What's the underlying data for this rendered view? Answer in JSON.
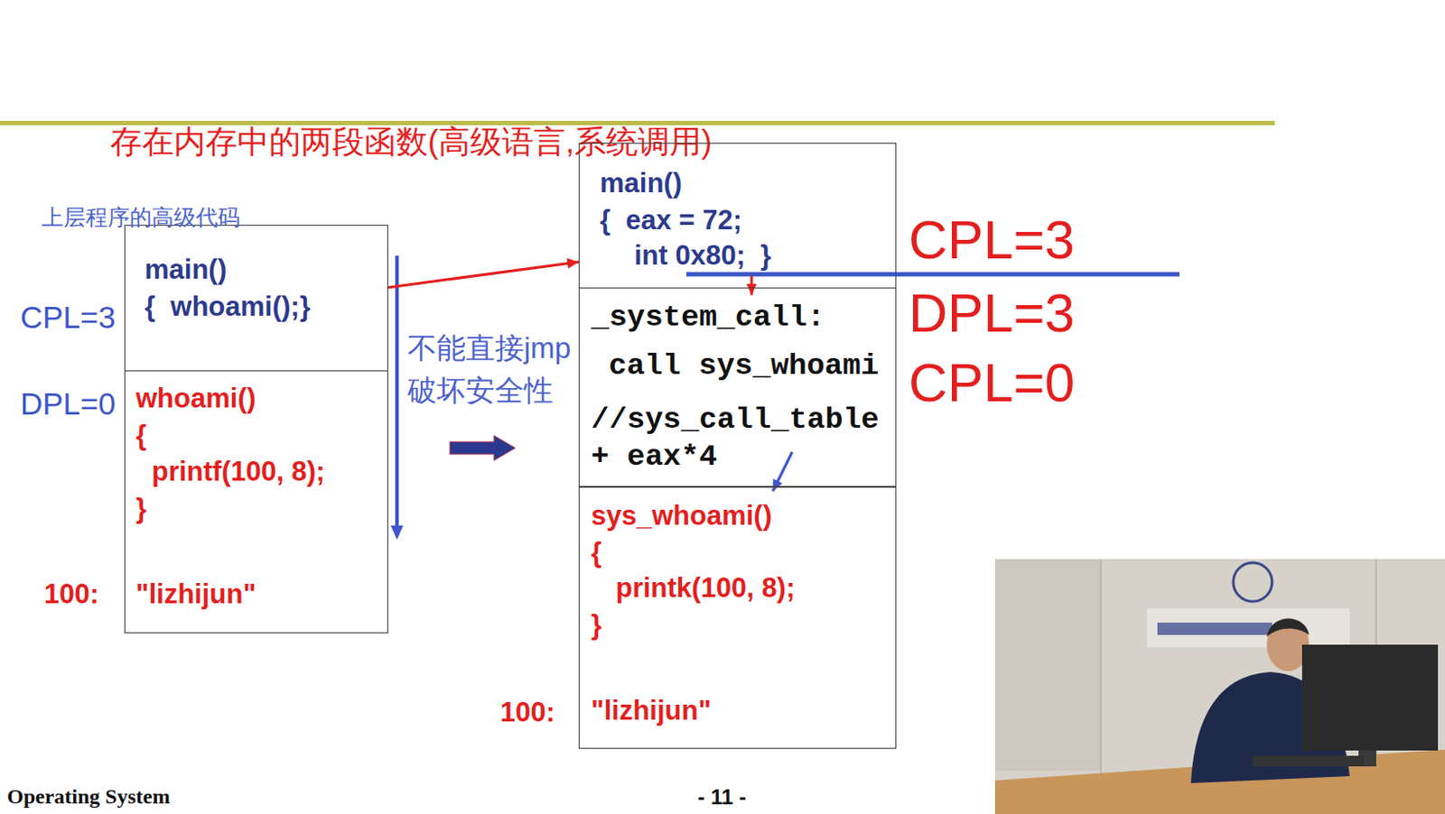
{
  "diagram": {
    "title": "存在内存中的两段函数(高级语言,系统调用)",
    "nodes": [
      {
        "text": [
          "main()",
          "{  whoami();}"
        ]
      },
      {
        "text": [
          "whoami()",
          "{",
          "printf(100, 8);",
          "}",
          "\"lizhijun\""
        ]
      },
      {
        "text": [
          "main()",
          "{  eax = 72;",
          "int 0x80;  }"
        ]
      },
      {
        "text": [
          "_system_call:",
          "call sys_whoami",
          "//sys_call_table",
          "+ eax*4"
        ]
      },
      {
        "text": [
          "sys_whoami()",
          "{",
          "printk(100, 8);",
          "}",
          "\"lizhijun\""
        ]
      }
    ],
    "edges": [
      {
        "from": 0,
        "to": 2,
        "arrow": "to"
      },
      {
        "from": 2,
        "to": 3,
        "arrow": "to"
      },
      {
        "from": 3,
        "to": 4,
        "arrow": "to"
      }
    ],
    "labels": [
      "上层程序的高级代码",
      "CPL=3",
      "DPL=0",
      "不能直接jmp",
      "破坏安全性",
      "100:",
      "100:",
      "CPL=3",
      "DPL=3",
      "CPL=0",
      "Operating System",
      "- 11 -"
    ]
  }
}
